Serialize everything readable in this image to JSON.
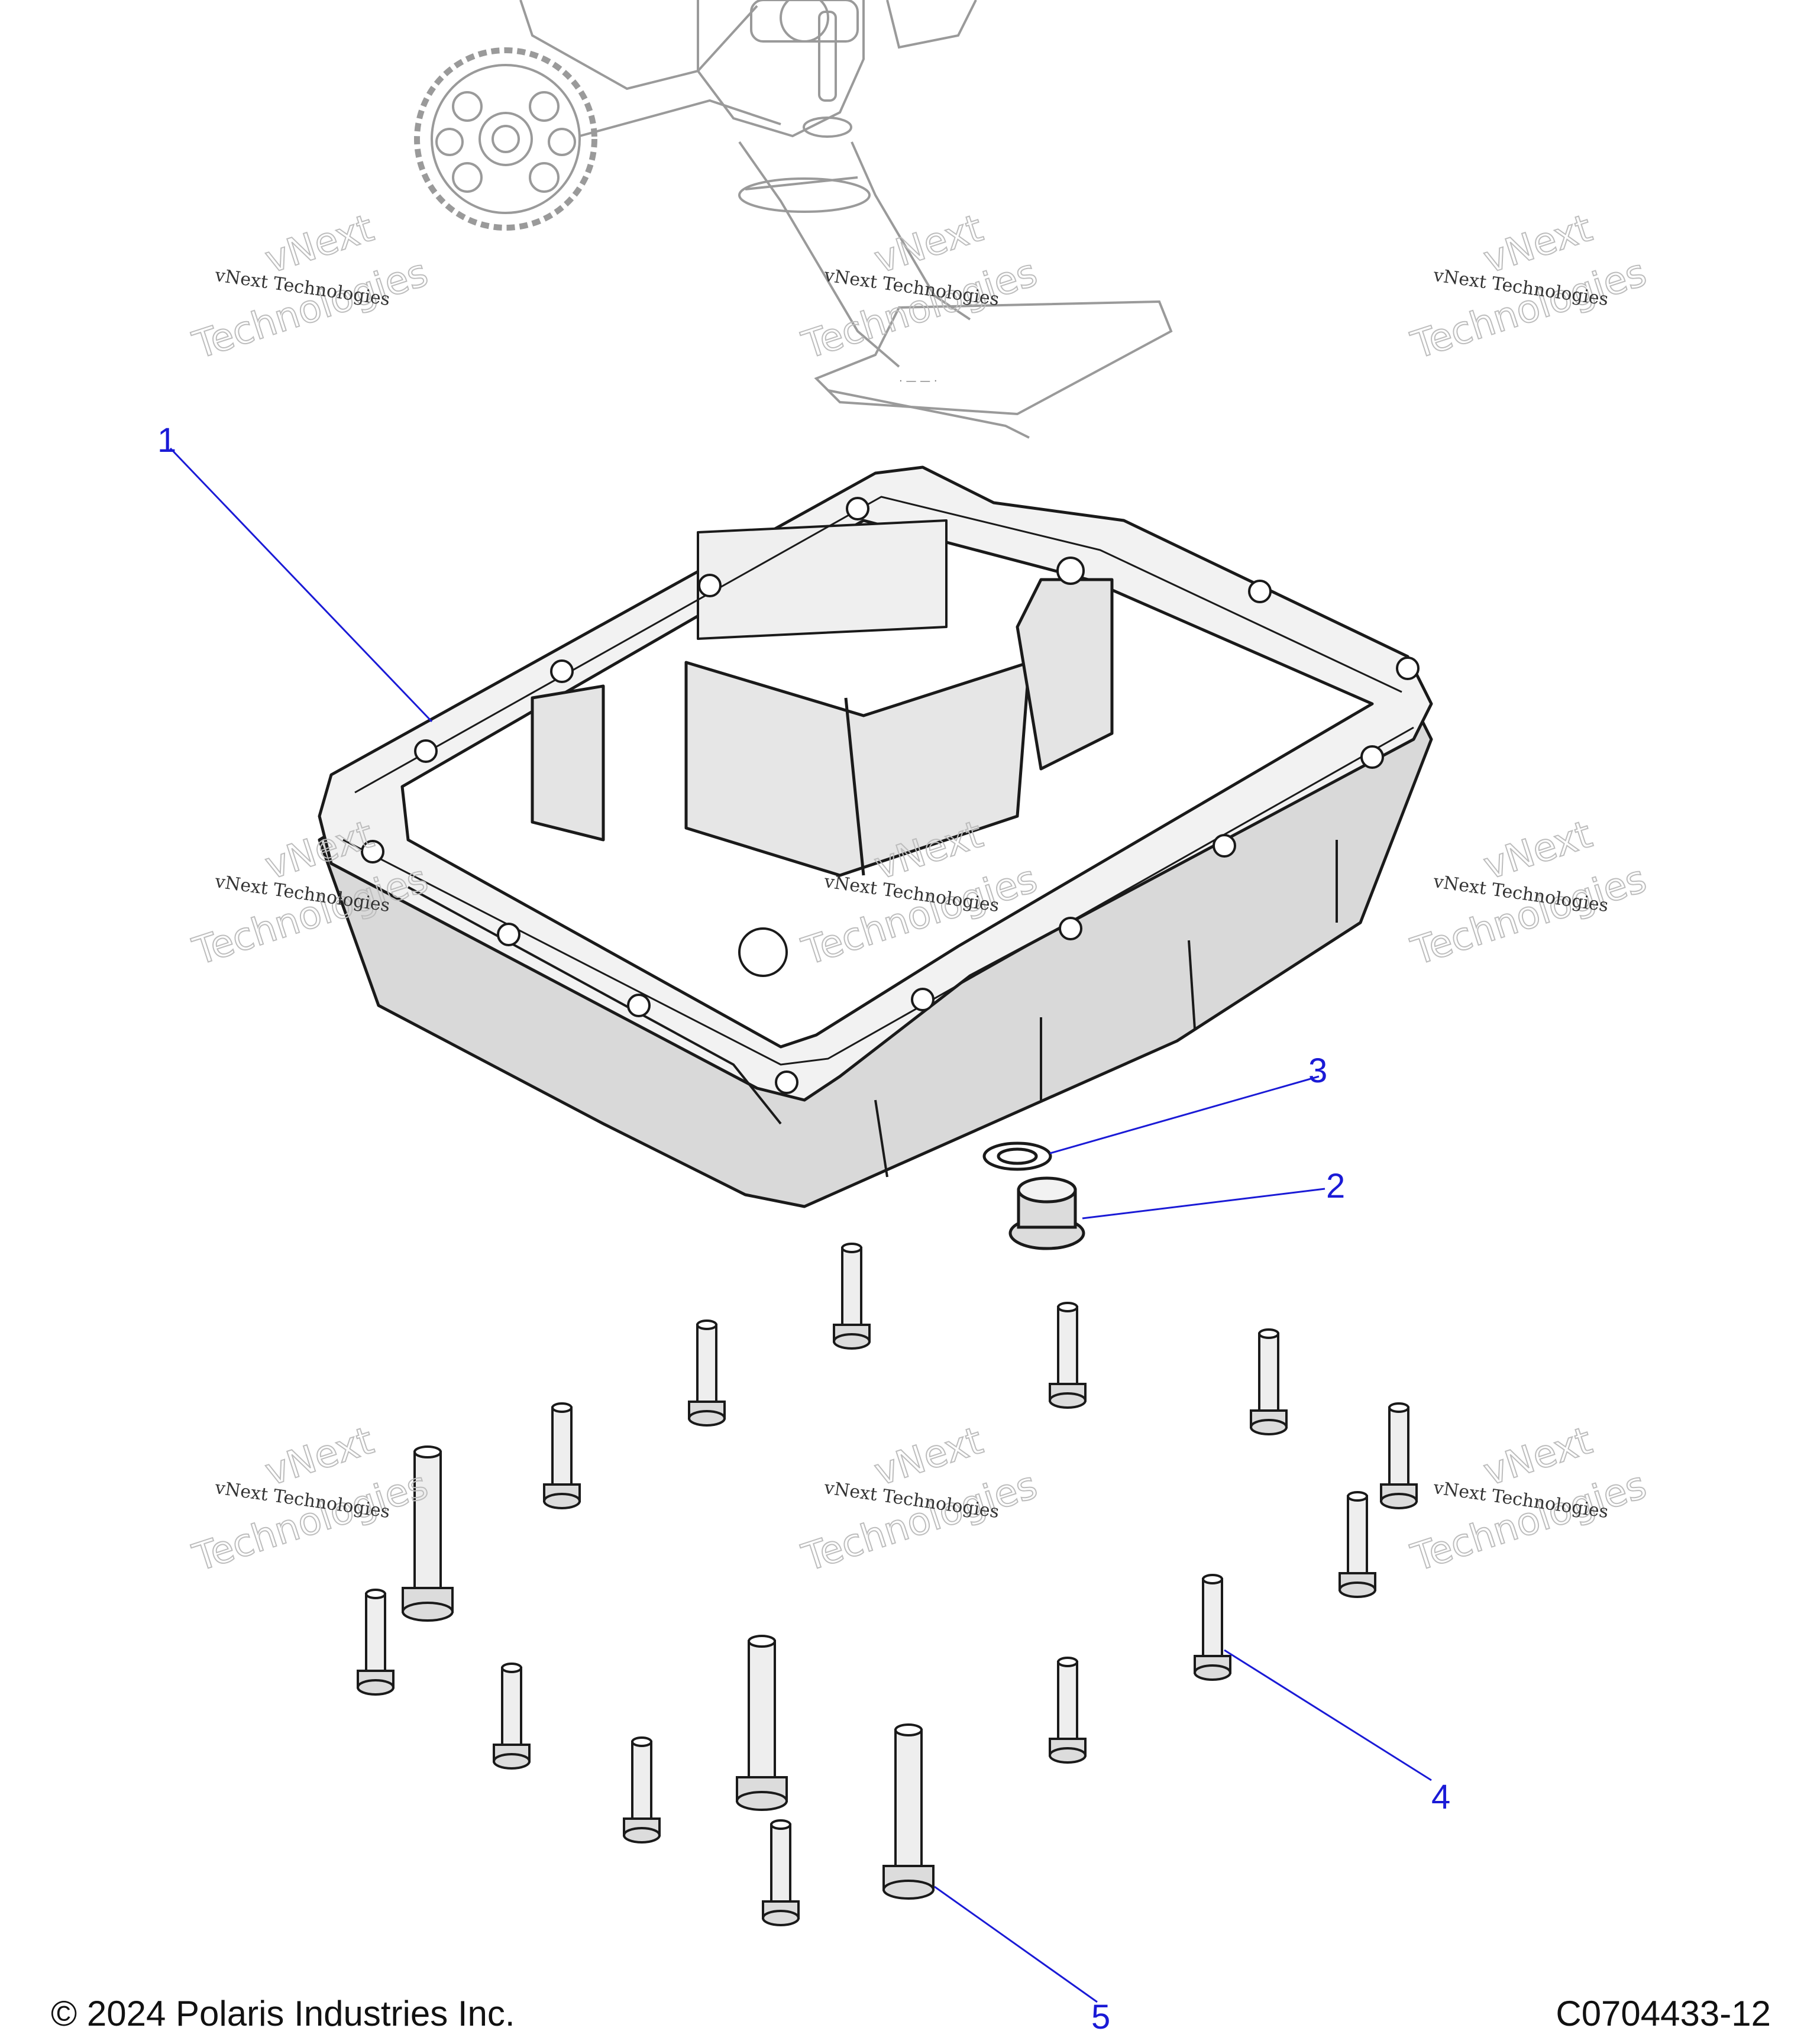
{
  "callouts": [
    {
      "id": "1",
      "label": "1"
    },
    {
      "id": "2",
      "label": "2"
    },
    {
      "id": "3",
      "label": "3"
    },
    {
      "id": "4",
      "label": "4"
    },
    {
      "id": "5",
      "label": "5"
    }
  ],
  "watermark": {
    "line": "vNext Technologies",
    "ghost_top": "vNext",
    "ghost_bottom": "Technologies"
  },
  "footer": {
    "copyright": "© 2024 Polaris Industries Inc.",
    "figure_id": "C0704433-12"
  },
  "colors": {
    "callout": "#1a1ad6",
    "line_art": "#1a1a1a",
    "pan_fill": "#e6e6e6",
    "ghost_art": "#9a9a9a"
  }
}
